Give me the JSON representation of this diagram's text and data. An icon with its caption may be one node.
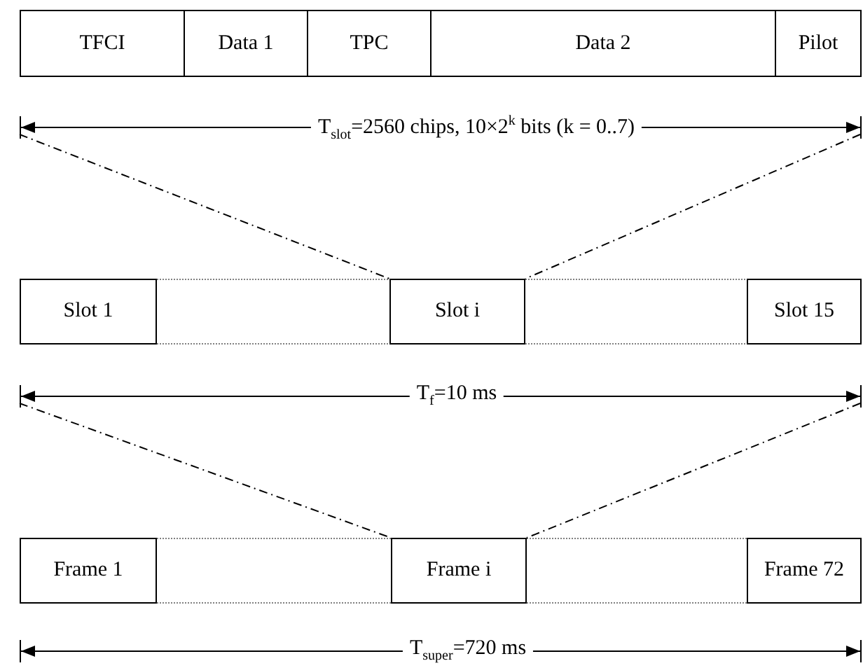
{
  "diagram": {
    "nodes": [
      {
        "text": [
          "TFCI"
        ]
      },
      {
        "text": [
          "Data 1"
        ]
      },
      {
        "text": [
          "TPC"
        ]
      },
      {
        "text": [
          "Data 2"
        ]
      },
      {
        "text": [
          "Pilot"
        ]
      },
      {
        "text": [
          "Slot 1"
        ]
      },
      {
        "text": [
          "Slot i"
        ]
      },
      {
        "text": [
          "Slot 15"
        ]
      },
      {
        "text": [
          "Frame 1"
        ]
      },
      {
        "text": [
          "Frame i"
        ]
      },
      {
        "text": [
          "Frame 72"
        ]
      }
    ],
    "edges": [
      {
        "from": 5,
        "to": 6,
        "arrow": "none",
        "style": "dashed",
        "color": "#808080"
      },
      {
        "from": 5,
        "to": 6,
        "arrow": "none",
        "style": "dashed",
        "color": "#808080"
      },
      {
        "from": 6,
        "to": 7,
        "arrow": "none",
        "style": "dashed",
        "color": "#808080"
      },
      {
        "from": 6,
        "to": 7,
        "arrow": "none",
        "style": "dashed",
        "color": "#808080"
      },
      {
        "from": 8,
        "to": 9,
        "arrow": "none",
        "style": "dashed",
        "color": "#808080"
      },
      {
        "from": 8,
        "to": 9,
        "arrow": "none",
        "style": "dashed",
        "color": "#808080"
      },
      {
        "from": 9,
        "to": 10,
        "arrow": "none",
        "style": "dashed",
        "color": "#808080"
      },
      {
        "from": 9,
        "to": 10,
        "arrow": "none",
        "style": "dashed",
        "color": "#808080"
      }
    ],
    "labels": [
      "T$_{slot}$=2560 chips, 10×2$^{k}$ bits (k = 0..7)",
      "T$_{f}$=10 ms",
      "T$_{super}$=720 ms"
    ]
  }
}
